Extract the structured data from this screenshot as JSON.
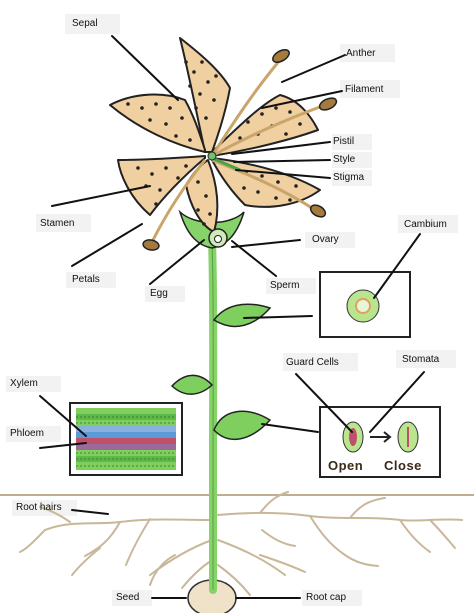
{
  "diagram": {
    "labels": {
      "sepal": "Sepal",
      "anther": "Anther",
      "filament": "Filament",
      "pistil": "Pistil",
      "style": "Style",
      "stigma": "Stigma",
      "stamen": "Stamen",
      "ovary": "Ovary",
      "cambium": "Cambium",
      "petals": "Petals",
      "egg": "Egg",
      "sperm": "Sperm",
      "guard_cells": "Guard Cells",
      "stomata": "Stomata",
      "xylem": "Xylem",
      "phloem": "Phloem",
      "root_hairs": "Root hairs",
      "seed": "Seed",
      "root_cap": "Root cap"
    },
    "stomata_states": {
      "open": "Open",
      "close": "Close"
    },
    "colors": {
      "petal": "#f0cfa0",
      "stem": "#86d36a",
      "leaf": "#7fcf5f",
      "xylem": "#5a9ad6",
      "phloem": "#c0506a",
      "root": "#c9b79a",
      "soil_line": "#bfae92"
    }
  }
}
